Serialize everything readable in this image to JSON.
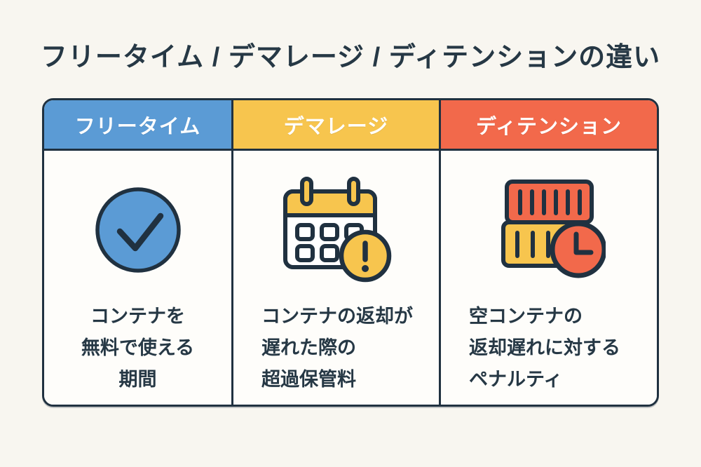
{
  "page": {
    "title": "フリータイム / デマレージ / ディテンションの違い"
  },
  "colors": {
    "background": "#f8f6f0",
    "outline_navy": "#203140",
    "text_navy": "#263845",
    "card_white": "#fefdfa",
    "blue": "#5b9bd5",
    "yellow": "#f7c54e",
    "orange_red": "#f2694b"
  },
  "columns": [
    {
      "id": "free-time",
      "header": "フリータイム",
      "header_color": "#5b9bd5",
      "icon": "check-circle-icon",
      "lines": [
        "コンテナを",
        "無料で使える",
        "期間"
      ]
    },
    {
      "id": "demurrage",
      "header": "デマレージ",
      "header_color": "#f7c54e",
      "icon": "calendar-alert-icon",
      "lines": [
        "コンテナの返却が",
        "遅れた際の",
        "超過保管料"
      ]
    },
    {
      "id": "detention",
      "header": "ディテンション",
      "header_color": "#f2694b",
      "icon": "container-clock-icon",
      "lines": [
        "空コンテナの",
        "返却遅れに対する",
        "ペナルティ"
      ]
    }
  ]
}
